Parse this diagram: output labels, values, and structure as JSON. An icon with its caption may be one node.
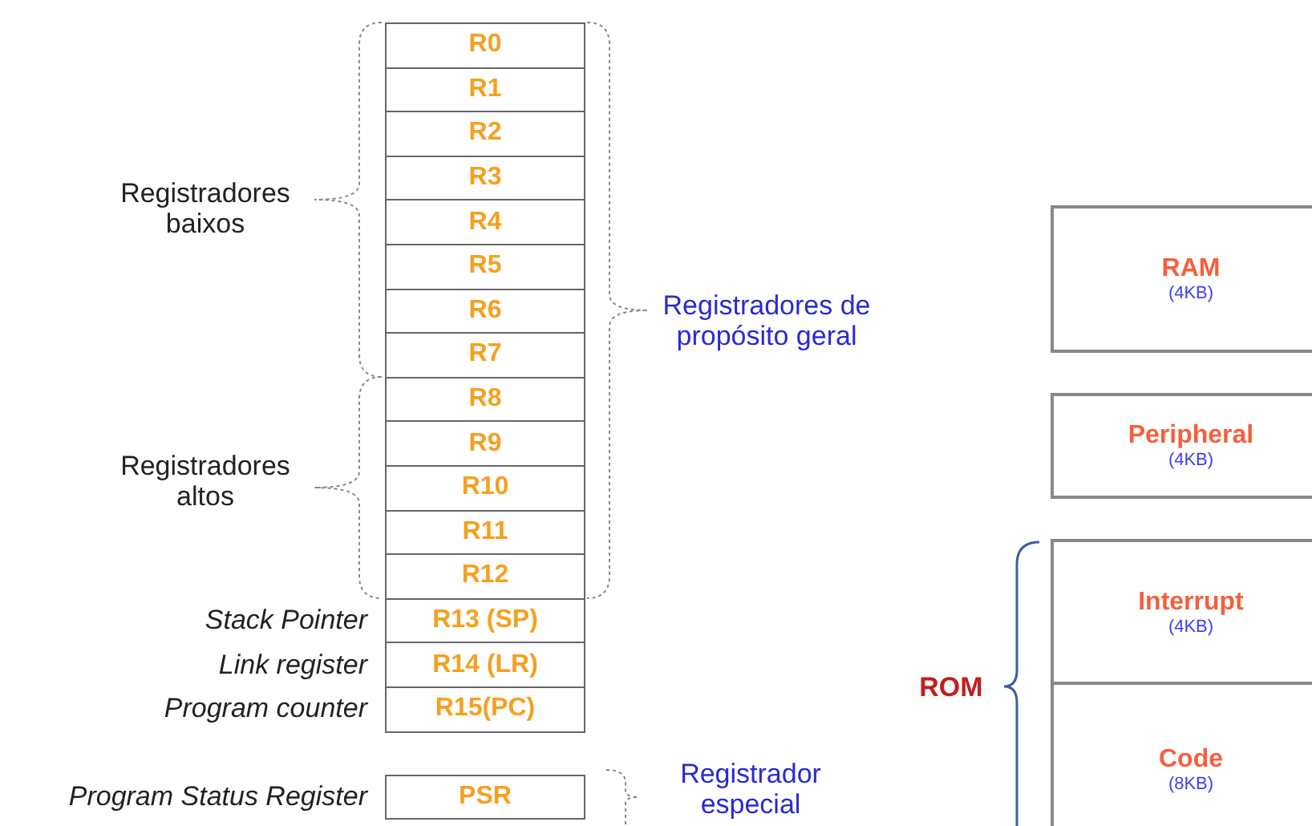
{
  "diagram": {
    "nodes": [
      {
        "text": [
          "R0"
        ]
      },
      {
        "text": [
          "R1"
        ]
      },
      {
        "text": [
          "R2"
        ]
      },
      {
        "text": [
          "R3"
        ]
      },
      {
        "text": [
          "R4"
        ]
      },
      {
        "text": [
          "R5"
        ]
      },
      {
        "text": [
          "R6"
        ]
      },
      {
        "text": [
          "R7"
        ]
      },
      {
        "text": [
          "R8"
        ]
      },
      {
        "text": [
          "R9"
        ]
      },
      {
        "text": [
          "R10"
        ]
      },
      {
        "text": [
          "R11"
        ]
      },
      {
        "text": [
          "R12"
        ]
      },
      {
        "text": [
          "R13 (SP)"
        ],
        "beside": [
          "Stack Pointer"
        ]
      },
      {
        "text": [
          "R14 (LR)"
        ],
        "beside": [
          "Link register"
        ]
      },
      {
        "text": [
          "R15(PC)"
        ],
        "beside": [
          "Program counter"
        ]
      },
      {
        "text": [
          "PSR"
        ],
        "beside": [
          "Program Status Register"
        ]
      },
      {
        "text": [
          "RAM",
          "(4KB)"
        ]
      },
      {
        "text": [
          "Peripheral",
          "(4KB)"
        ]
      },
      {
        "text": [
          "Interrupt",
          "(4KB)"
        ]
      },
      {
        "text": [
          "Code",
          "(8KB)"
        ]
      }
    ],
    "labels": [
      "Registradores baixos",
      "Registradores de propósito geral",
      "Registradores altos",
      "ROM",
      "Registrador especial"
    ]
  }
}
